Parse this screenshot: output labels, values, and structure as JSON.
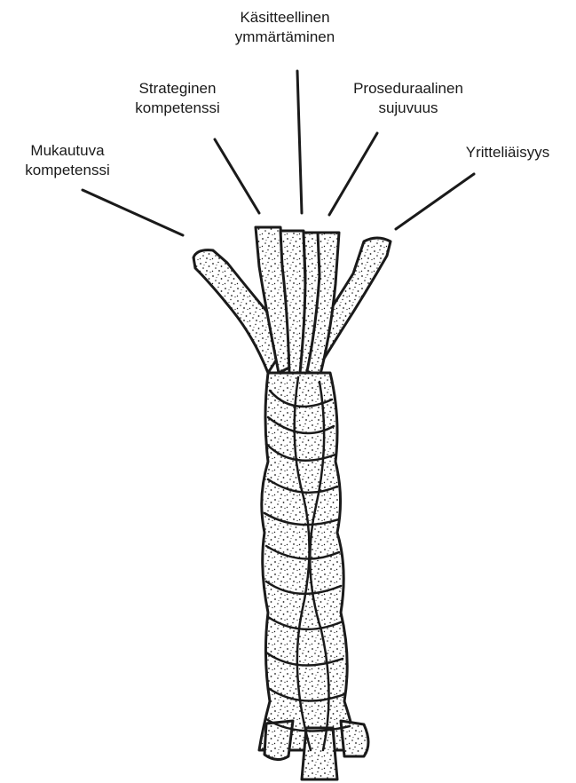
{
  "diagram": {
    "strands": [
      {
        "id": "kasitteellinen",
        "lines": [
          "Käsitteellinen",
          "ymmärtäminen"
        ]
      },
      {
        "id": "strateginen",
        "lines": [
          "Strateginen",
          "kompetenssi"
        ]
      },
      {
        "id": "proseduraalinen",
        "lines": [
          "Proseduraalinen",
          "sujuvuus"
        ]
      },
      {
        "id": "mukautuva",
        "lines": [
          "Mukautuva",
          "kompetenssi"
        ]
      },
      {
        "id": "yritteliaisyys",
        "lines": [
          "Yritteliäisyys"
        ]
      }
    ]
  },
  "colors": {
    "ink": "#1a1a1a",
    "paper": "#ffffff"
  }
}
